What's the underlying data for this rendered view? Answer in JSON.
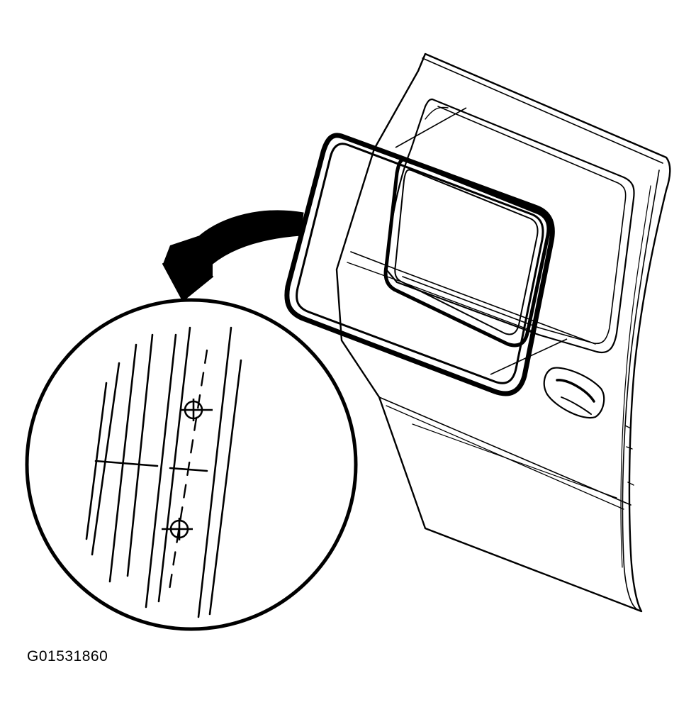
{
  "figure": {
    "id_label": "G01531860",
    "description_hidden": "",
    "colors": {
      "ink": "#000000",
      "paper": "#ffffff"
    },
    "parts": [
      "door-panel",
      "door-window-opening",
      "weatherstrip-seal",
      "door-handle",
      "detail-callout-arrow",
      "magnified-detail-circle",
      "alignment-mark-upper",
      "alignment-mark-lower"
    ]
  }
}
